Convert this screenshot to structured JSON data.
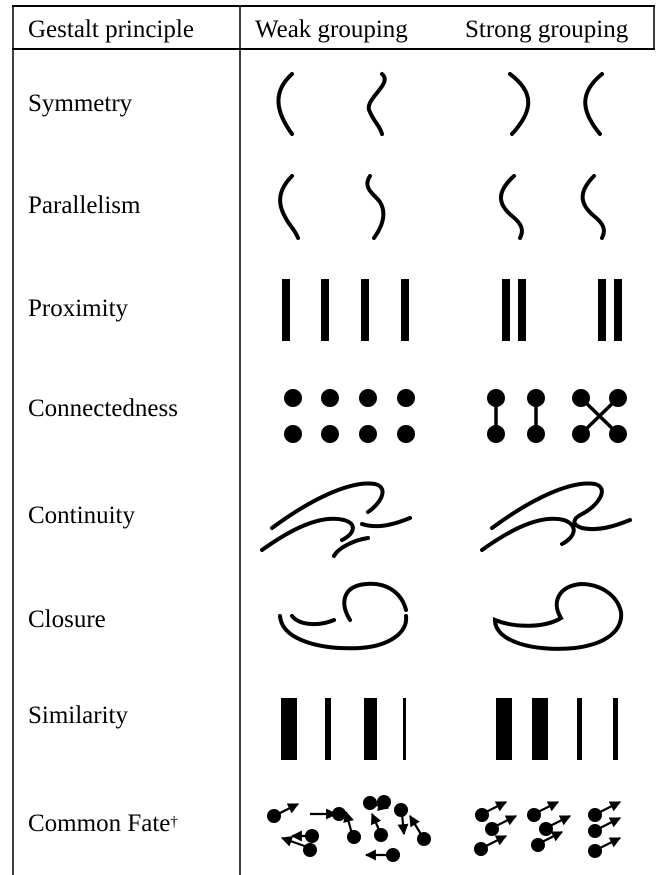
{
  "table": {
    "headers": [
      "Gestalt principle",
      "Weak grouping",
      "Strong grouping"
    ],
    "rows": [
      {
        "label": "Symmetry"
      },
      {
        "label": "Parallelism"
      },
      {
        "label": "Proximity"
      },
      {
        "label": "Connectedness"
      },
      {
        "label": "Continuity"
      },
      {
        "label": "Closure"
      },
      {
        "label": "Similarity"
      },
      {
        "label": "Common Fate",
        "footnote_mark": "†"
      }
    ]
  },
  "colors": {
    "ink": "#000000",
    "background": "#ffffff"
  }
}
